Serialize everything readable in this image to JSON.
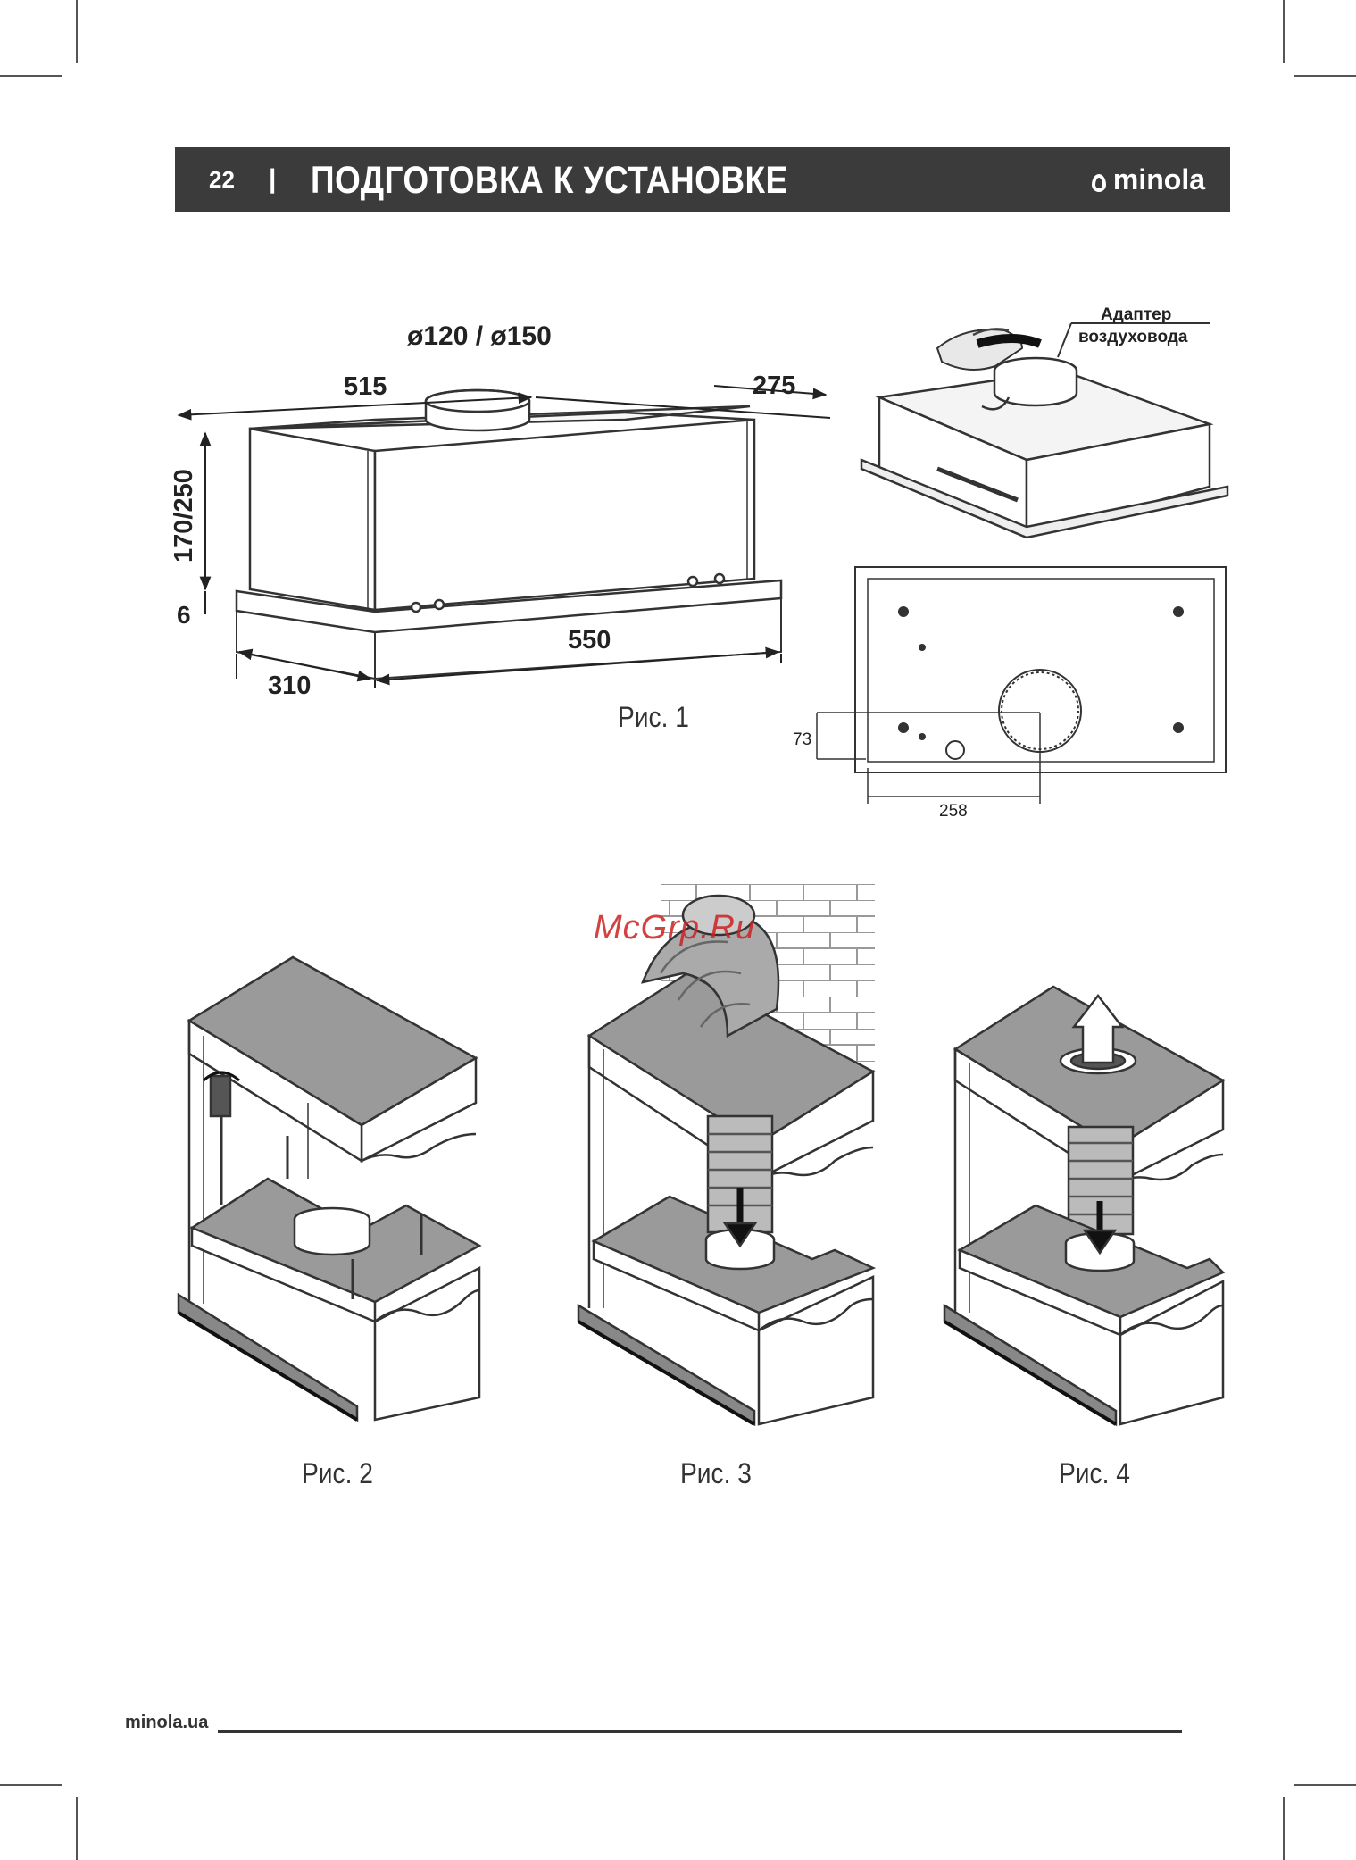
{
  "header": {
    "page_number": "22",
    "separator": "|",
    "title": "ПОДГОТОВКА К УСТАНОВКЕ",
    "brand": "minola"
  },
  "figure1": {
    "caption": "Рис. 1",
    "dim_duct": "ø120 / ø150",
    "dim_depth_top": "515",
    "dim_275": "275",
    "dim_height": "170/250",
    "dim_6": "6",
    "dim_width": "550",
    "dim_310": "310",
    "adapter_label_line1": "Адаптер",
    "adapter_label_line2": "воздуховода",
    "dim_73": "73",
    "dim_258": "258"
  },
  "figure2": {
    "caption": "Рис. 2"
  },
  "figure3": {
    "caption": "Рис. 3"
  },
  "figure4": {
    "caption": "Рис. 4"
  },
  "watermark": "McGrp.Ru",
  "footer": {
    "site": "minola.ua"
  }
}
